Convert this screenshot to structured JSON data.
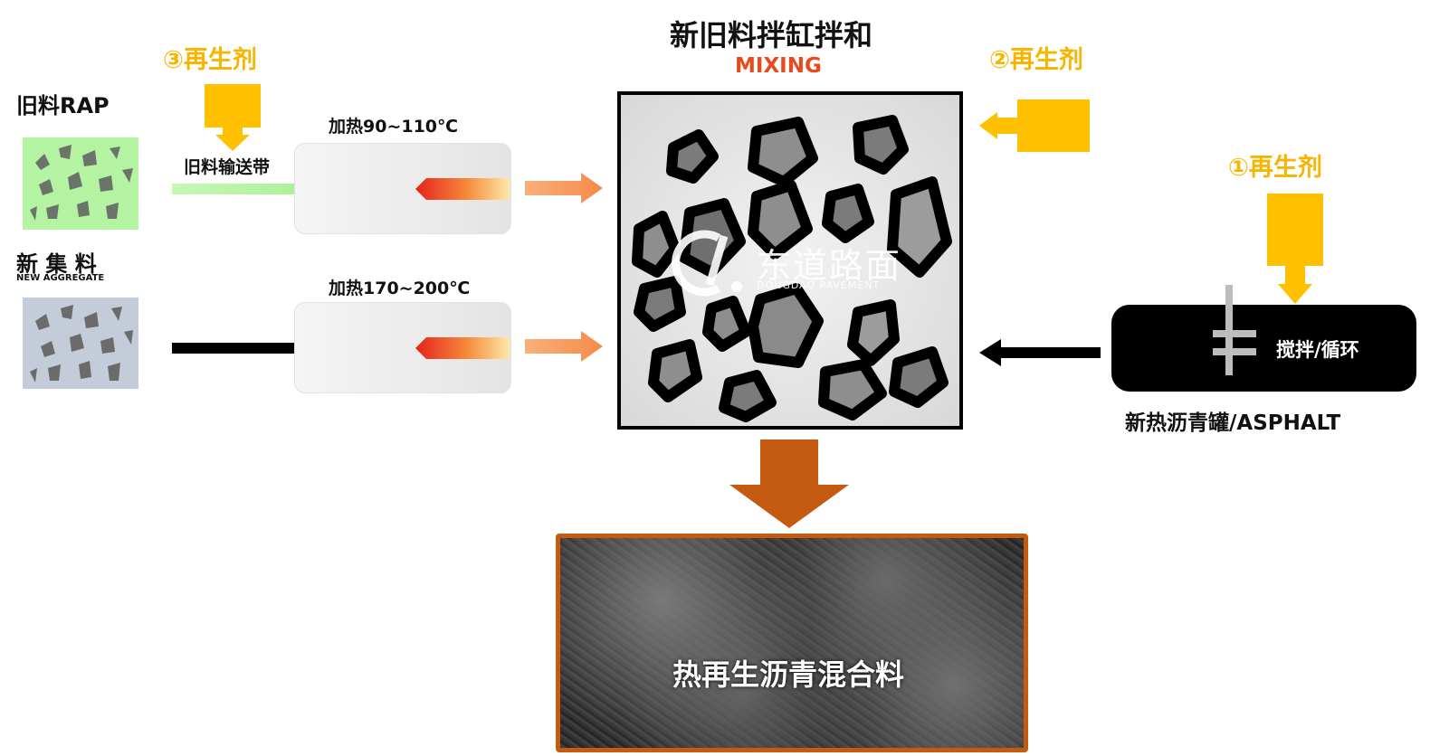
{
  "title": "新旧料拌缸拌和",
  "subtitle": "MIXING",
  "rap": {
    "label": "旧料RAP",
    "conveyor": "旧料输送带",
    "heat": "加热90~110℃"
  },
  "new_aggregate": {
    "label": "新 集 料",
    "sublabel": "NEW AGGREGATE",
    "heat": "加热170~200℃"
  },
  "agents": {
    "one": "①再生剂",
    "two": "②再生剂",
    "three": "③再生剂"
  },
  "asphalt": {
    "tank_label": "搅拌/循环",
    "caption": "新热沥青罐/ASPHALT"
  },
  "watermark": {
    "name": "东道路面",
    "sub": "DONGDAO PAVEMENT"
  },
  "output": {
    "label": "热再生沥青混合料"
  },
  "colors": {
    "agent": "#f7b500",
    "mixing_red": "#e84a1c",
    "output_arrow": "#c55a11",
    "rap_green": "#b4f3a2",
    "aggregate_gray": "#c3ccd8"
  }
}
